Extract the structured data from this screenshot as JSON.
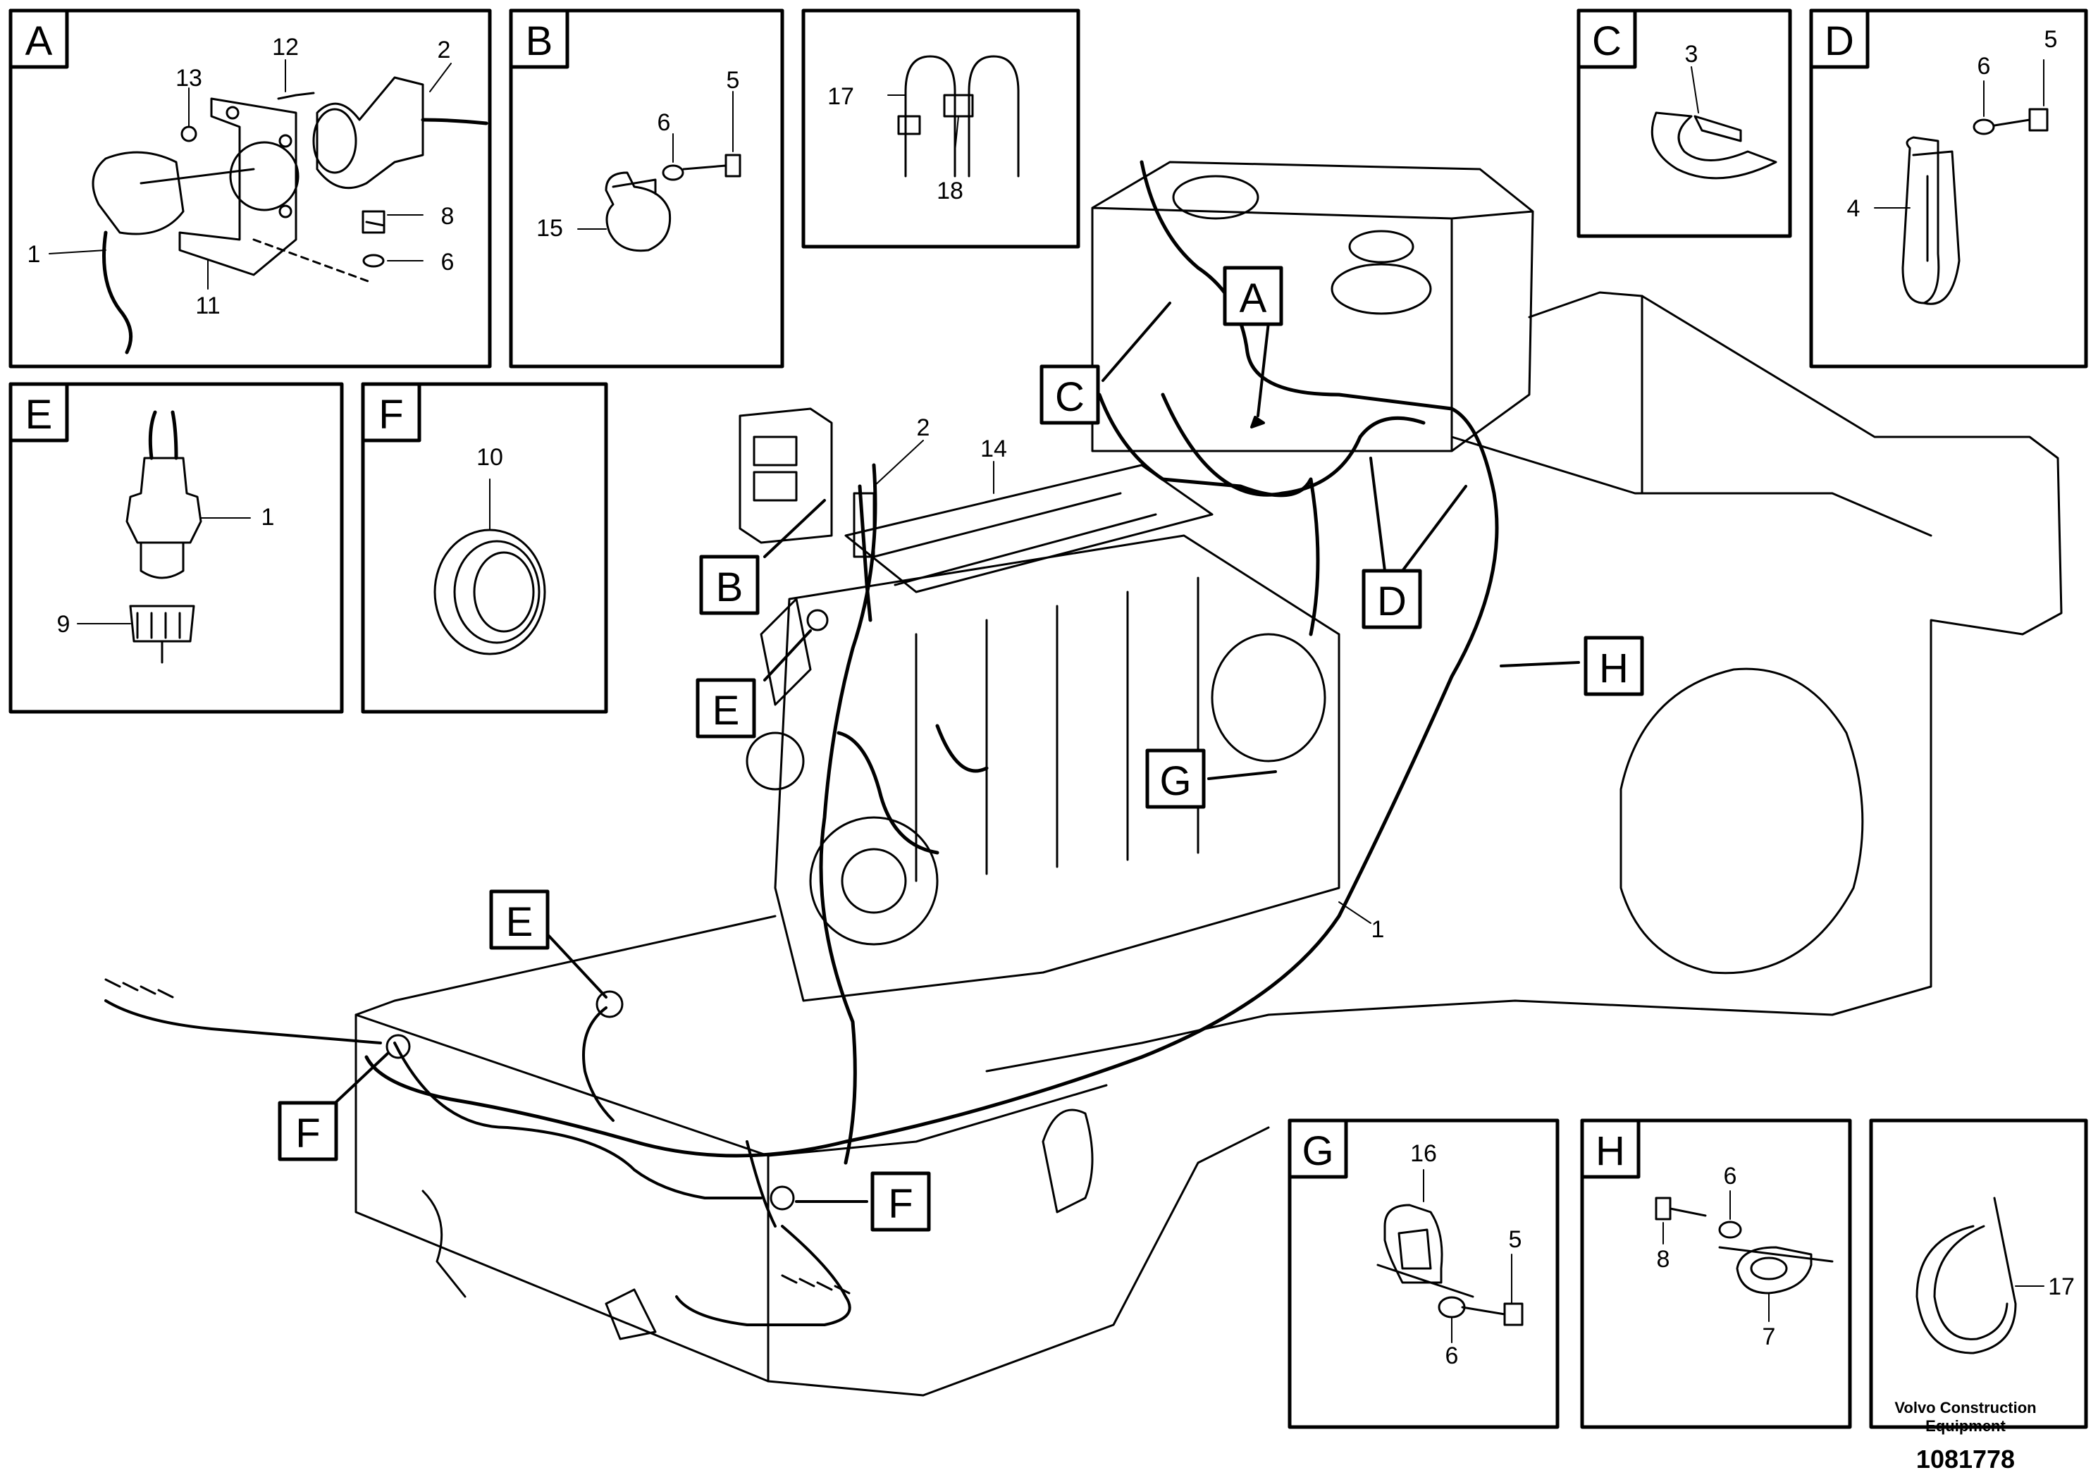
{
  "insets": {
    "A": {
      "letter": "A",
      "callouts": [
        "13",
        "12",
        "2",
        "8",
        "6",
        "1",
        "11"
      ]
    },
    "B": {
      "letter": "B",
      "callouts": [
        "6",
        "5",
        "15"
      ]
    },
    "K": {
      "callouts": [
        "17",
        "18"
      ]
    },
    "C": {
      "letter": "C",
      "callouts": [
        "3"
      ]
    },
    "D": {
      "letter": "D",
      "callouts": [
        "6",
        "5",
        "4"
      ]
    },
    "E": {
      "letter": "E",
      "callouts": [
        "1",
        "9"
      ]
    },
    "F": {
      "letter": "F",
      "callouts": [
        "10"
      ]
    },
    "G": {
      "letter": "G",
      "callouts": [
        "16",
        "5",
        "6"
      ]
    },
    "H": {
      "letter": "H",
      "callouts": [
        "6",
        "8",
        "7"
      ]
    },
    "T": {
      "callouts": [
        "17"
      ]
    }
  },
  "main": {
    "markers": [
      "A",
      "B",
      "C",
      "D",
      "E",
      "E",
      "F",
      "F",
      "G",
      "H"
    ],
    "callouts": [
      "2",
      "14",
      "1"
    ]
  },
  "footer": {
    "company": "Volvo Construction Equipment",
    "number": "1081778"
  }
}
